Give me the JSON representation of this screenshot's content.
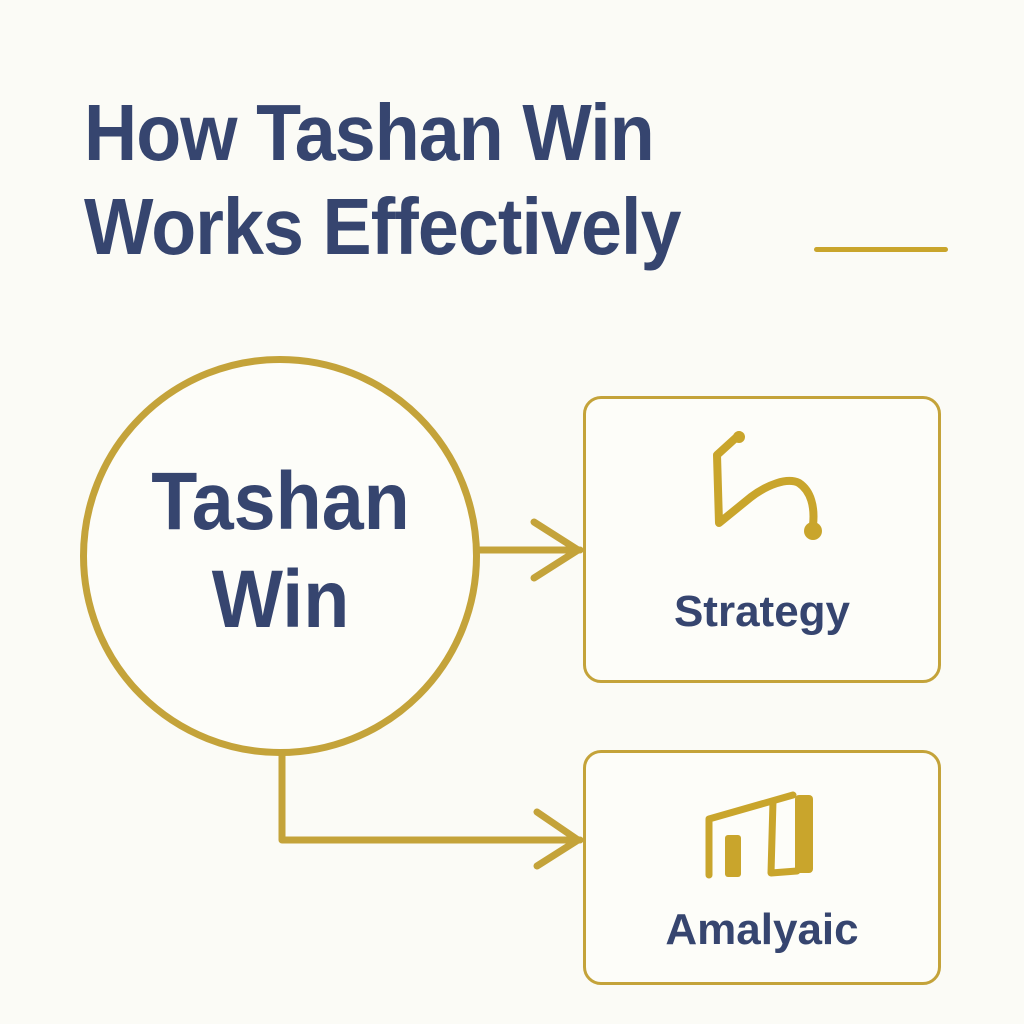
{
  "title": {
    "line1": "How Tashan Win",
    "line2": "Works Effectively"
  },
  "hub": {
    "line1": "Tashan",
    "line2": "Win"
  },
  "cards": [
    {
      "id": "strategy",
      "label": "Strategy",
      "icon": "strategy-path-icon"
    },
    {
      "id": "analytic",
      "label": "Amalyaic",
      "icon": "bar-chart-icon"
    }
  ],
  "colors": {
    "background": "#FBFBF6",
    "text": "#36456F",
    "accent": "#C4A33A"
  }
}
